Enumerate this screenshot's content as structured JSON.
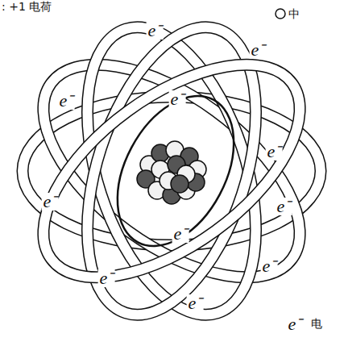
{
  "diagram": {
    "labels": [
      ": +1 电荷",
      "e⁻",
      "e⁻",
      "e⁻",
      "e⁻",
      "e⁻",
      "e⁻",
      "e⁻",
      "e⁻",
      "e⁻",
      "e⁻",
      "e⁻",
      "e⁻",
      "电"
    ],
    "legend": [
      {
        "text": "中"
      }
    ]
  }
}
